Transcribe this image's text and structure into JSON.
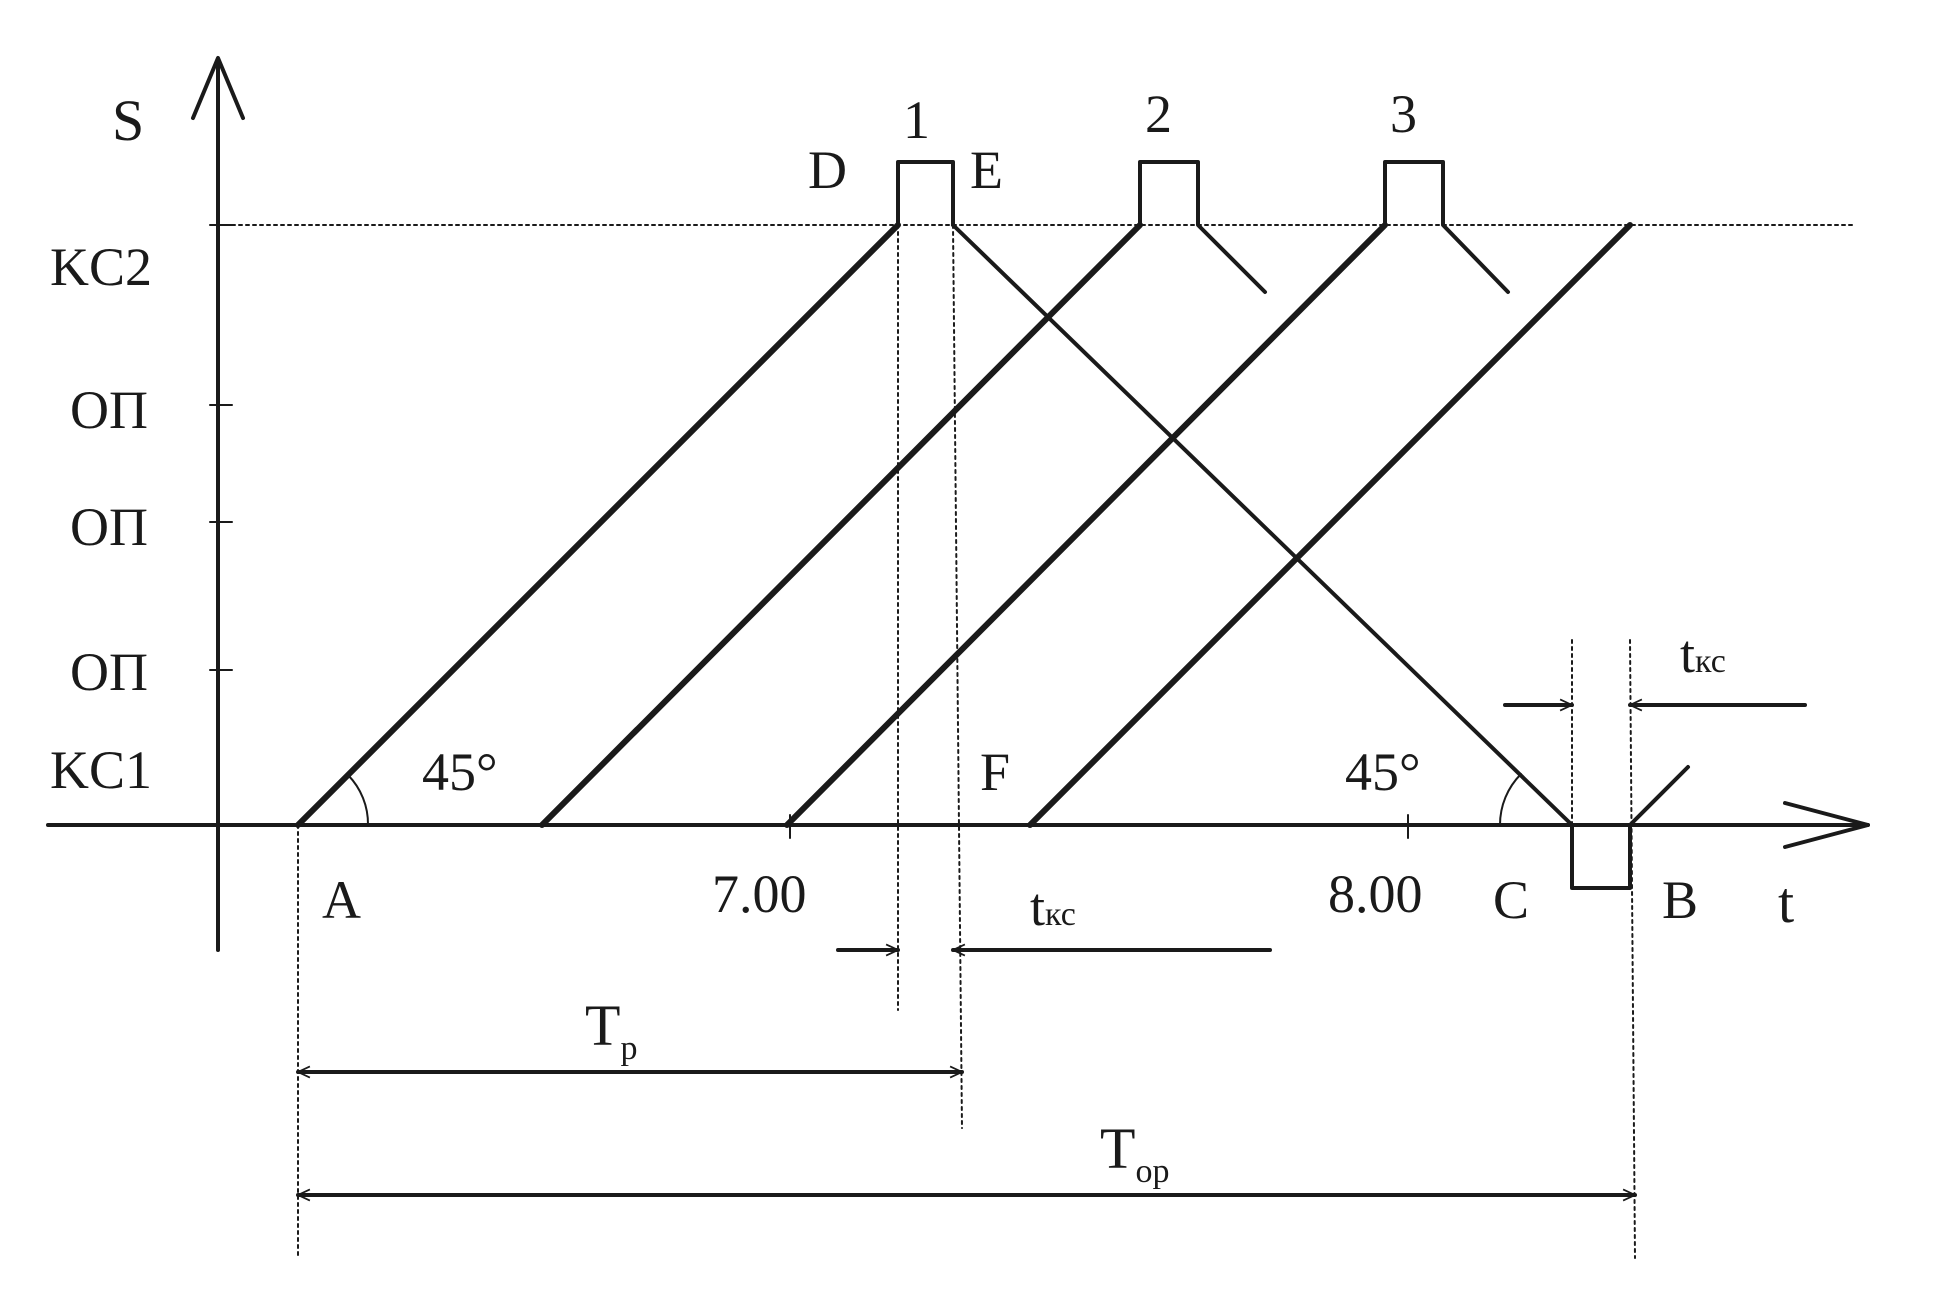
{
  "axes": {
    "y_label": "S",
    "x_label": "t",
    "stations": [
      "KC2",
      "ОП",
      "ОП",
      "ОП",
      "KC1"
    ],
    "ticks": [
      "7.00",
      "8.00"
    ]
  },
  "points": {
    "a": "A",
    "b": "B",
    "c": "C",
    "d": "D",
    "e": "E",
    "f": "F"
  },
  "trains": [
    "1",
    "2",
    "3"
  ],
  "angles": {
    "left": "45°",
    "right": "45°"
  },
  "intervals": {
    "t_kc_label": "t",
    "t_kc_sub": "кс",
    "tp_label": "T",
    "tp_sub": "р",
    "top_label": "T",
    "top_sub": "ор"
  }
}
